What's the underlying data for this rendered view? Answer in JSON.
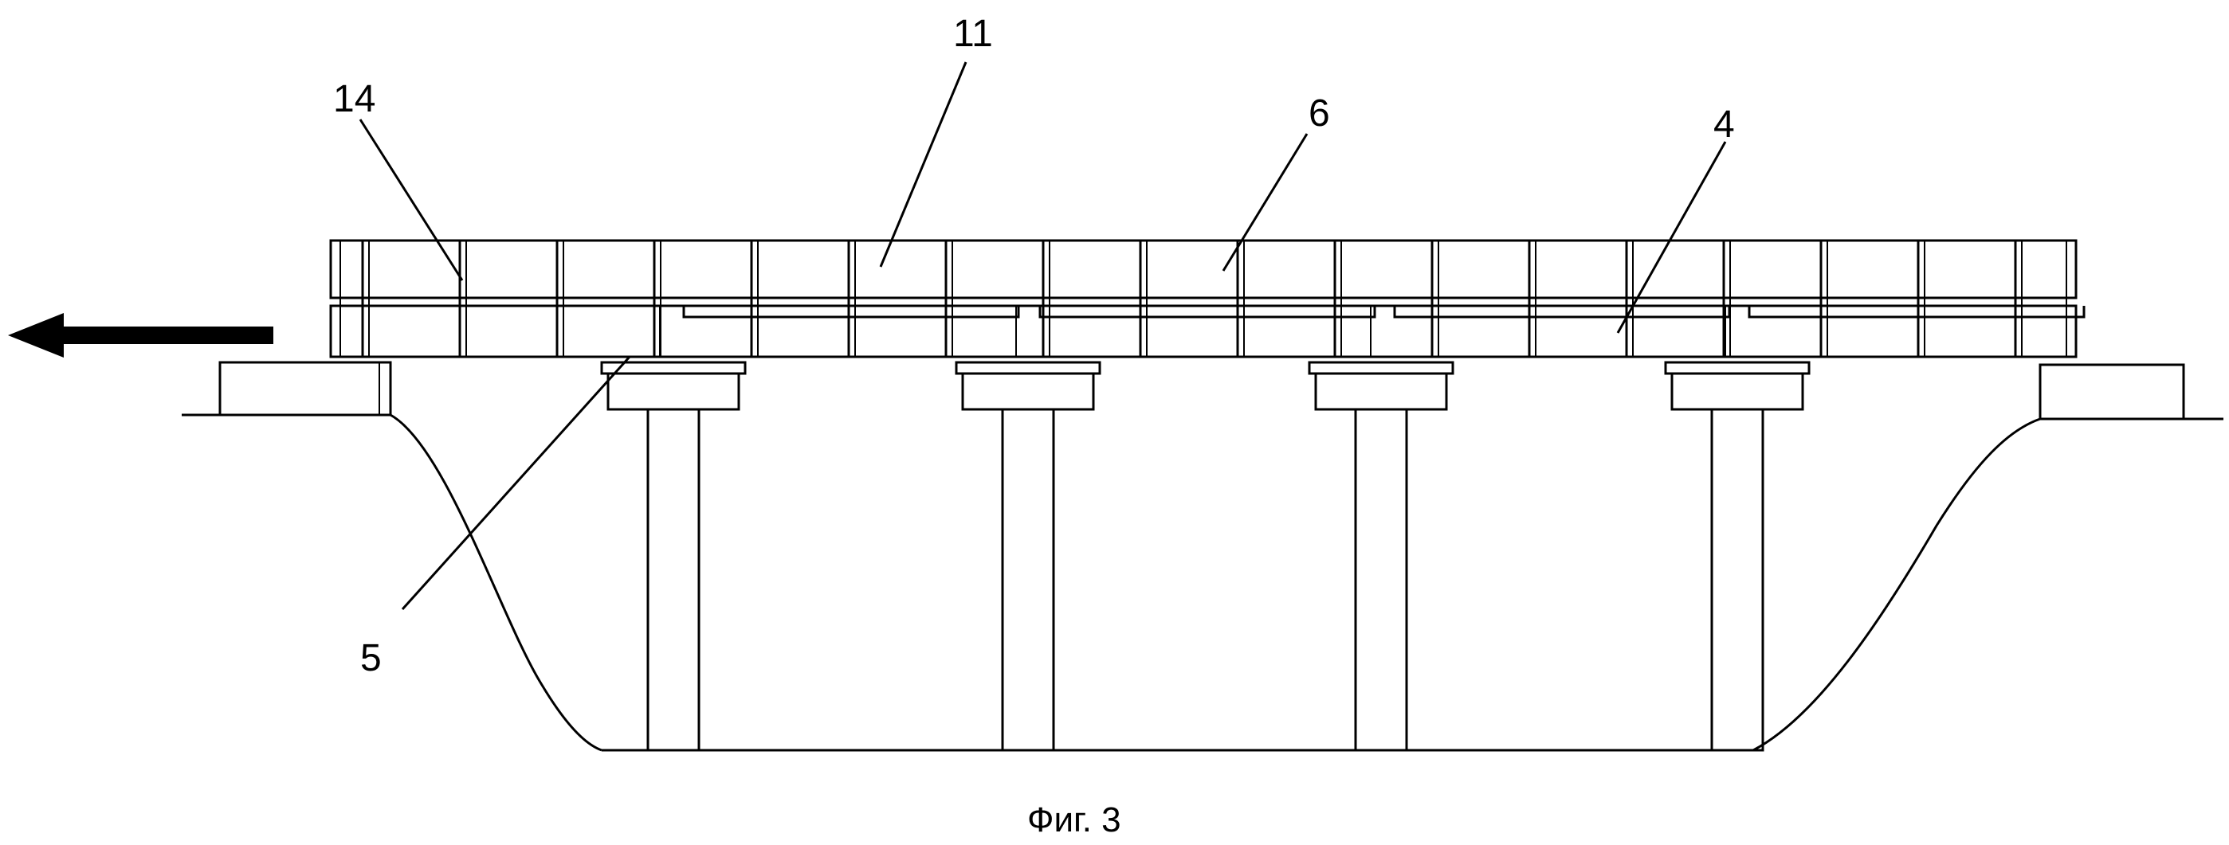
{
  "figure": {
    "caption": "Фиг. 3",
    "labels": [
      {
        "id": "label-14",
        "text": "14"
      },
      {
        "id": "label-11",
        "text": "11"
      },
      {
        "id": "label-6",
        "text": "6"
      },
      {
        "id": "label-4",
        "text": "4"
      },
      {
        "id": "label-5",
        "text": "5"
      }
    ],
    "colors": {
      "stroke": "#000000",
      "background": "#ffffff"
    }
  }
}
